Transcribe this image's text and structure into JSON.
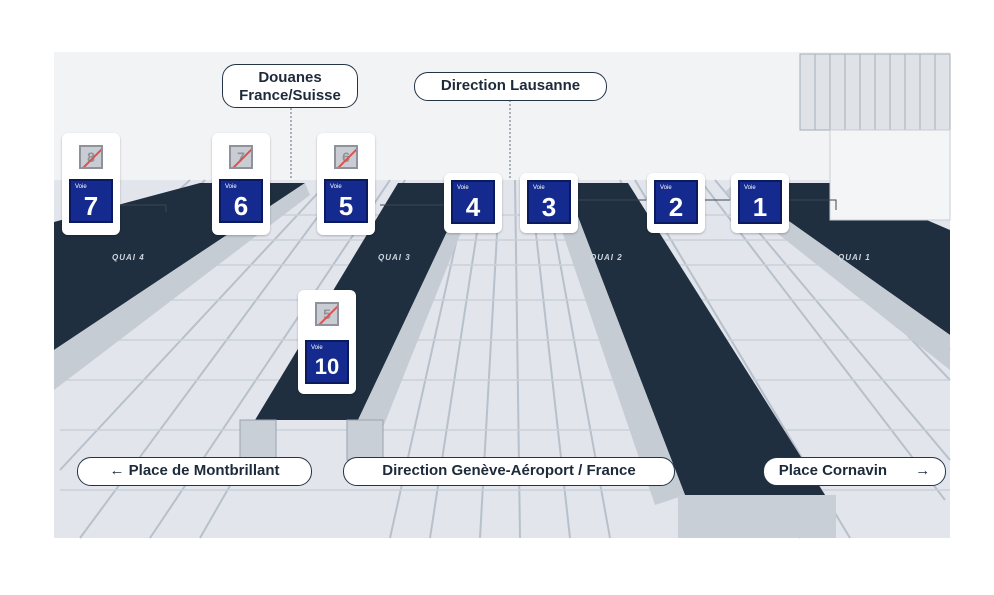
{
  "callouts": {
    "douanes_line1": "Douanes",
    "douanes_line2": "France/Suisse",
    "lausanne": "Direction Lausanne",
    "montbrillant": "Place de Montbrillant",
    "geneve": "Direction Genève-Aéroport / France",
    "cornavin": "Place Cornavin"
  },
  "arrows": {
    "left": "←",
    "right": "→"
  },
  "quais": {
    "q1": "QUAI 1",
    "q2": "QUAI 2",
    "q3": "QUAI 3",
    "q4": "QUAI 4"
  },
  "signs": [
    {
      "id": "7",
      "voie_label": "Voie",
      "new": "7",
      "old": "8"
    },
    {
      "id": "6",
      "voie_label": "Voie",
      "new": "6",
      "old": "7"
    },
    {
      "id": "5",
      "voie_label": "Voie",
      "new": "5",
      "old": "6"
    },
    {
      "id": "4",
      "voie_label": "Voie",
      "new": "4"
    },
    {
      "id": "3",
      "voie_label": "Voie",
      "new": "3"
    },
    {
      "id": "2",
      "voie_label": "Voie",
      "new": "2"
    },
    {
      "id": "1",
      "voie_label": "Voie",
      "new": "1"
    },
    {
      "id": "10",
      "voie_label": "Voie",
      "new": "10",
      "old": "5"
    }
  ],
  "colors": {
    "platform": "#1f2f3f",
    "track_bg": "#e4e8ee",
    "rail": "#b9c2cd",
    "sign_blue": "#142a8f",
    "strike_red": "#d9534f"
  }
}
